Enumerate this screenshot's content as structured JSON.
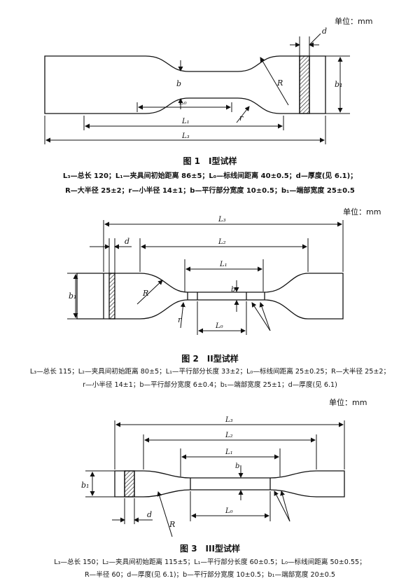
{
  "figures": [
    {
      "unit": "单位：mm",
      "caption": "图 1　I型试样",
      "legend_lines": [
        "L₃—总长 120；L₁—夹具间初始距离 86±5；L₀—标线间距离 40±0.5；d—厚度(见 6.1)；",
        "R—大半径 25±2；r—小半径 14±1；b—平行部分宽度 10±0.5；b₁—端部宽度 25±0.5"
      ],
      "dim_labels": {
        "d": "d",
        "b": "b",
        "b1": "b₁",
        "L0": "L₀",
        "L1": "L₁",
        "L3": "L₃",
        "R": "R",
        "r": "r"
      }
    },
    {
      "unit": "单位：mm",
      "caption": "图 2　II型试样",
      "legend_lines": [
        "L₃—总长 115；L₂—夹具间初始距离 80±5；L₁—平行部分长度 33±2；L₀—标线间距离 25±0.25；R—大半径 25±2；",
        "r—小半径 14±1；b—平行部分宽度 6±0.4；b₁—端部宽度 25±1；d—厚度(见 6.1)"
      ],
      "dim_labels": {
        "d": "d",
        "b": "b",
        "b1": "b₁",
        "L0": "L₀",
        "L1": "L₁",
        "L2": "L₂",
        "L3": "L₃",
        "R": "R",
        "r": "r"
      }
    },
    {
      "unit": "单位：mm",
      "caption": "图 3　III型试样",
      "legend_lines": [
        "L₃—总长 150；L₂—夹具间初始距离 115±5；L₁—平行部分长度 60±0.5；L₀—标线间距离 50±0.55；",
        "R—半径 60；d—厚度(见 6.1)；b—平行部分宽度 10±0.5；b₁—端部宽度 20±0.5"
      ],
      "dim_labels": {
        "d": "d",
        "b": "b",
        "b1": "b₁",
        "L0": "L₀",
        "L1": "L₁",
        "L2": "L₂",
        "L3": "L₃",
        "R": "R"
      }
    }
  ]
}
